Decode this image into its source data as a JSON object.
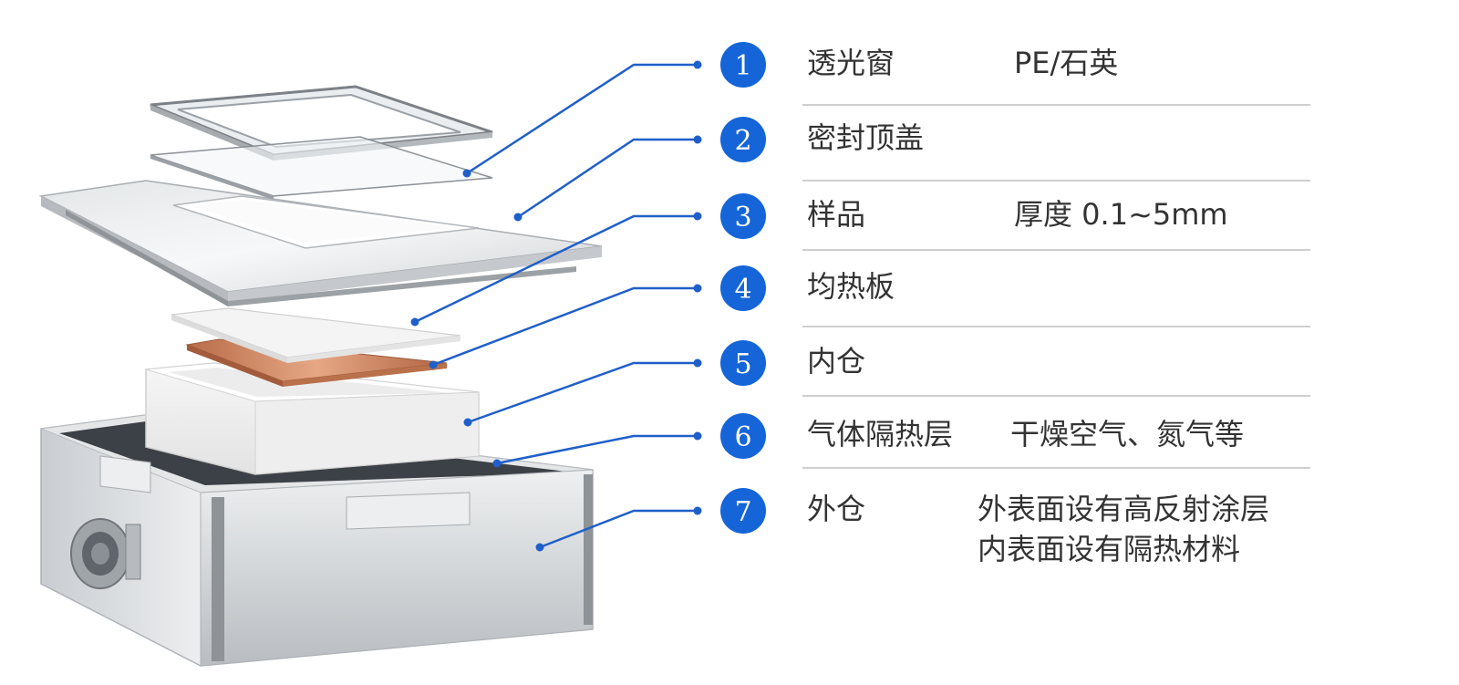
{
  "legend": {
    "items": [
      {
        "number": "1",
        "label": "透光窗",
        "value": [
          "PE/石英"
        ]
      },
      {
        "number": "2",
        "label": "密封顶盖",
        "value": []
      },
      {
        "number": "3",
        "label": "样品",
        "value": [
          "厚度 0.1~5mm"
        ]
      },
      {
        "number": "4",
        "label": "均热板",
        "value": []
      },
      {
        "number": "5",
        "label": "内仓",
        "value": []
      },
      {
        "number": "6",
        "label": "气体隔热层",
        "value": [
          "干燥空气、氮气等"
        ]
      },
      {
        "number": "7",
        "label": "外仓",
        "value": [
          "外表面设有高反射涂层",
          "内表面设有隔热材料"
        ]
      }
    ]
  },
  "colors": {
    "badge": "#1565d8",
    "leader_line": "#1f5fc9",
    "divider": "#cfcfcf",
    "text": "#333333",
    "copper": "#c9825f",
    "steel": "#d9dcdf",
    "dark_gasket": "#3c4047"
  }
}
